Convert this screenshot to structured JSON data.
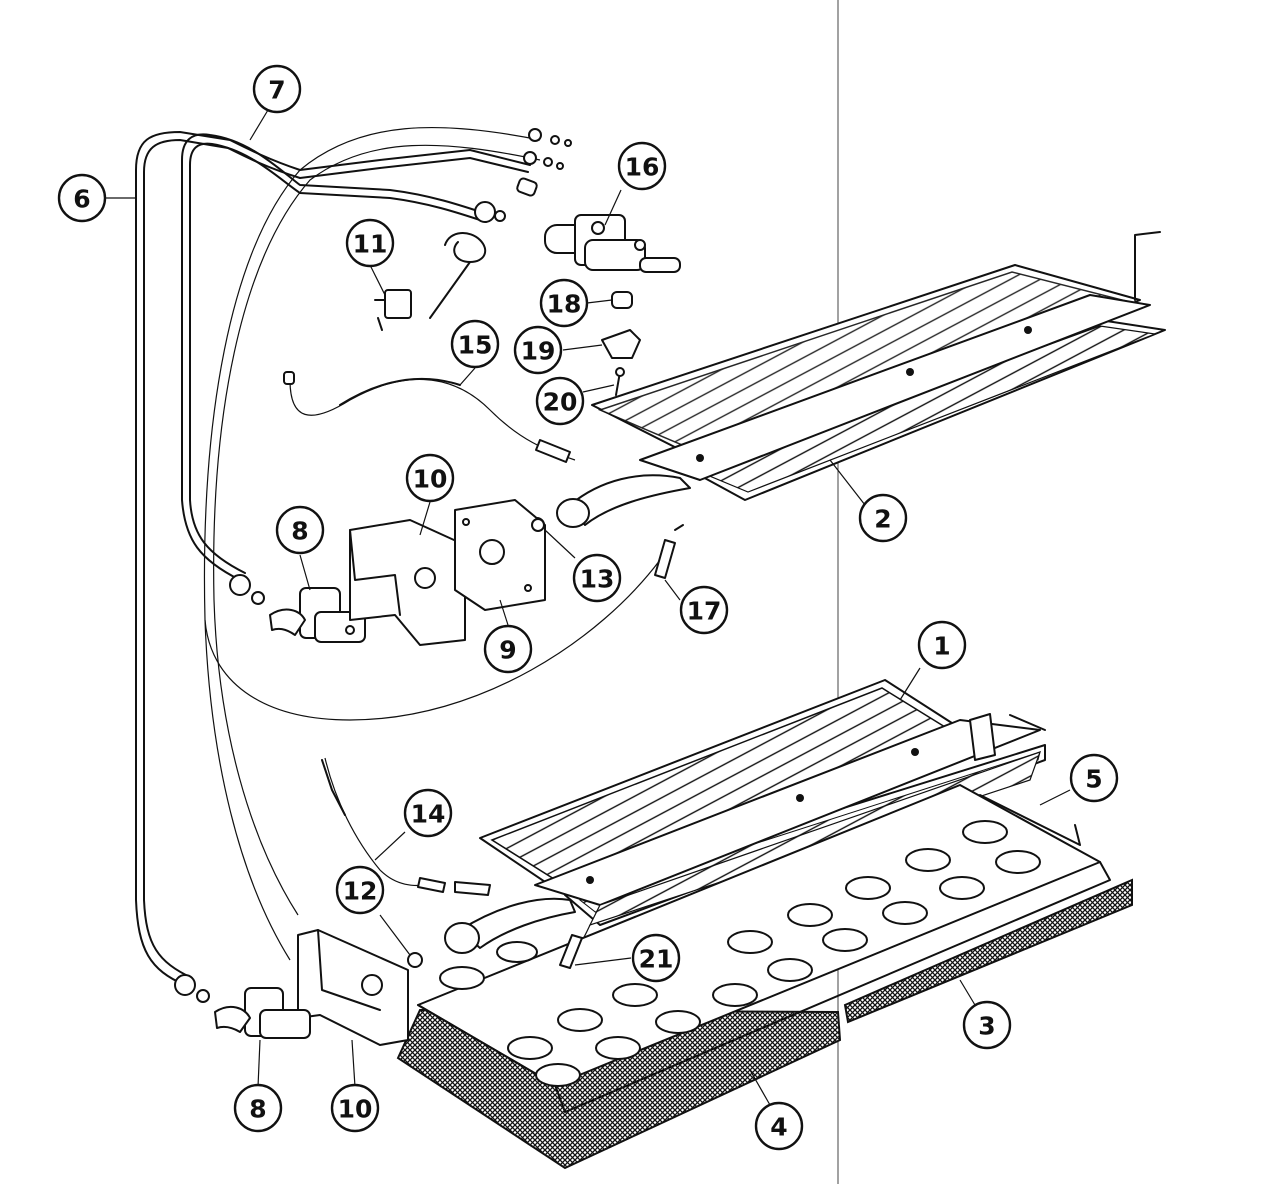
{
  "diagram": {
    "callouts": [
      {
        "id": "c7",
        "label": "7"
      },
      {
        "id": "c6",
        "label": "6"
      },
      {
        "id": "c16",
        "label": "16"
      },
      {
        "id": "c11",
        "label": "11"
      },
      {
        "id": "c18",
        "label": "18"
      },
      {
        "id": "c15",
        "label": "15"
      },
      {
        "id": "c19",
        "label": "19"
      },
      {
        "id": "c20",
        "label": "20"
      },
      {
        "id": "c10a",
        "label": "10"
      },
      {
        "id": "c2",
        "label": "2"
      },
      {
        "id": "c8a",
        "label": "8"
      },
      {
        "id": "c13",
        "label": "13"
      },
      {
        "id": "c17",
        "label": "17"
      },
      {
        "id": "c9",
        "label": "9"
      },
      {
        "id": "c1",
        "label": "1"
      },
      {
        "id": "c5",
        "label": "5"
      },
      {
        "id": "c14",
        "label": "14"
      },
      {
        "id": "c12",
        "label": "12"
      },
      {
        "id": "c21",
        "label": "21"
      },
      {
        "id": "c3",
        "label": "3"
      },
      {
        "id": "c8b",
        "label": "8"
      },
      {
        "id": "c10b",
        "label": "10"
      },
      {
        "id": "c4",
        "label": "4"
      }
    ]
  }
}
